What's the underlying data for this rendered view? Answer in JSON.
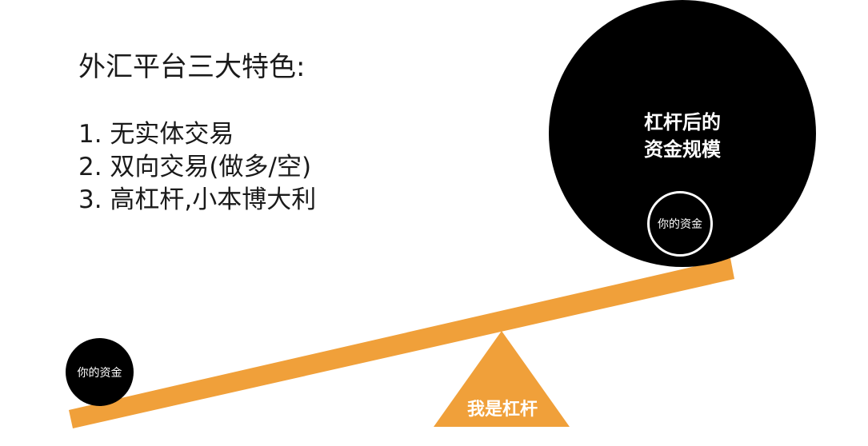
{
  "heading": "外汇平台三大特色:",
  "features": [
    "1. 无实体交易",
    "2. 双向交易(做多/空)",
    "3. 高杠杆,小本博大利"
  ],
  "big_circle": {
    "label_line1": "杠杆后的",
    "label_line2": "资金规模",
    "inner_label": "你的资金"
  },
  "small_circle_label": "你的资金",
  "fulcrum_label": "我是杠杆",
  "colors": {
    "beam": "#F0A03A",
    "circle": "#000000",
    "text": "#1a1a1a"
  }
}
